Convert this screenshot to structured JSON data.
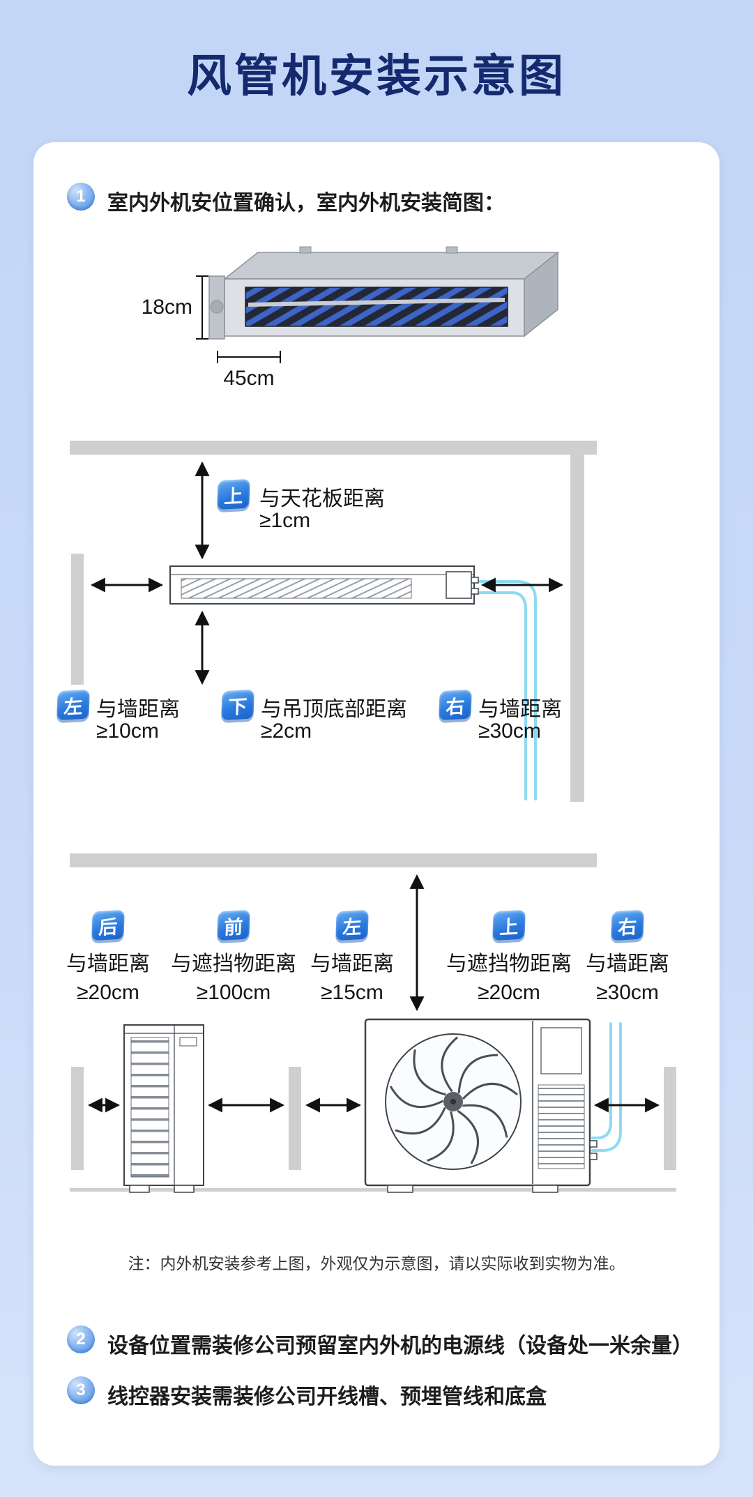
{
  "title": "风管机安装示意图",
  "steps": {
    "s1": {
      "num": "1",
      "text": "室内外机安位置确认，室内外机安装简图："
    },
    "s2": {
      "num": "2",
      "text": "设备位置需装修公司预留室内外机的电源线（设备处一米余量）"
    },
    "s3": {
      "num": "3",
      "text": "线控器安装需装修公司开线槽、预埋管线和底盒"
    }
  },
  "indoor_unit_dims": {
    "height": "18cm",
    "depth": "45cm"
  },
  "indoor_clearances": {
    "top": {
      "badge": "上",
      "label": "与天花板距离",
      "value": "≥1cm"
    },
    "left": {
      "badge": "左",
      "label": "与墙距离",
      "value": "≥10cm"
    },
    "bottom": {
      "badge": "下",
      "label": "与吊顶底部距离",
      "value": "≥2cm"
    },
    "right": {
      "badge": "右",
      "label": "与墙距离",
      "value": "≥30cm"
    }
  },
  "outdoor_clearances": [
    {
      "badge": "后",
      "label": "与墙距离",
      "value": "≥20cm"
    },
    {
      "badge": "前",
      "label": "与遮挡物距离",
      "value": "≥100cm"
    },
    {
      "badge": "左",
      "label": "与墙距离",
      "value": "≥15cm"
    },
    {
      "badge": "上",
      "label": "与遮挡物距离",
      "value": "≥20cm"
    },
    {
      "badge": "右",
      "label": "与墙距离",
      "value": "≥30cm"
    }
  ],
  "note": "注：内外机安装参考上图，外观仅为示意图，请以实际收到实物为准。",
  "colors": {
    "background": "#c3d6f7",
    "title": "#152a6e",
    "badge_blue": "#2b7ade",
    "pipe_blue": "#8edaf3",
    "wall_gray": "#cfcfcf"
  }
}
